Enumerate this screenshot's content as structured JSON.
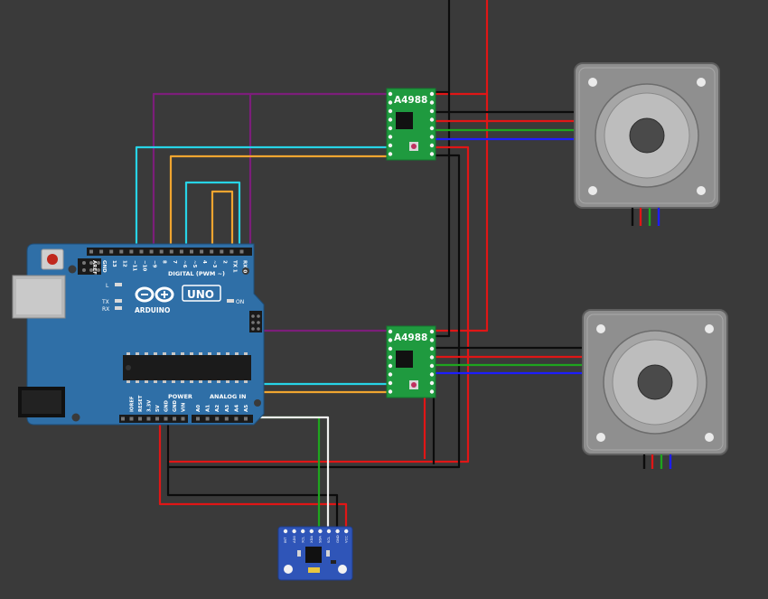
{
  "arduino": {
    "brand": "ARDUINO",
    "model": "UNO",
    "digital_header": "DIGITAL (PWM ~)",
    "power_header": "POWER",
    "analog_header": "ANALOG IN",
    "on_label": "ON",
    "l_label": "L",
    "tx_label": "TX",
    "rx_label": "RX",
    "digital_pins": [
      "AREF",
      "GND",
      "13",
      "12",
      "~11",
      "~10",
      "~9",
      "8",
      "7",
      "~6",
      "~5",
      "4",
      "~3",
      "2",
      "TX 1",
      "RX 0"
    ],
    "power_pins": [
      "IOREF",
      "RESET",
      "3.3V",
      "5V",
      "GND",
      "GND",
      "VIN"
    ],
    "analog_pins": [
      "A0",
      "A1",
      "A2",
      "A3",
      "A4",
      "A5"
    ]
  },
  "drivers": [
    {
      "label": "A4988"
    },
    {
      "label": "A4988"
    }
  ],
  "sensor": {
    "pins": [
      "INT",
      "AD0",
      "XCL",
      "XDA",
      "SDA",
      "SCL",
      "GND",
      "VCC"
    ]
  },
  "colors": {
    "background": "#3a3a3a",
    "board": "#2f6fa7",
    "driver": "#1f9a3f",
    "sensor_board": "#2f55b8",
    "motor_body": "#8f8f8f",
    "wire_red": "#e01616",
    "wire_black": "#0c0c0c",
    "wire_green": "#1ea51e",
    "wire_blue": "#1d1dff",
    "wire_cyan": "#27d3e6",
    "wire_orange": "#f0a530",
    "wire_purple": "#7c1e7a",
    "wire_white": "#f0f0f0"
  }
}
